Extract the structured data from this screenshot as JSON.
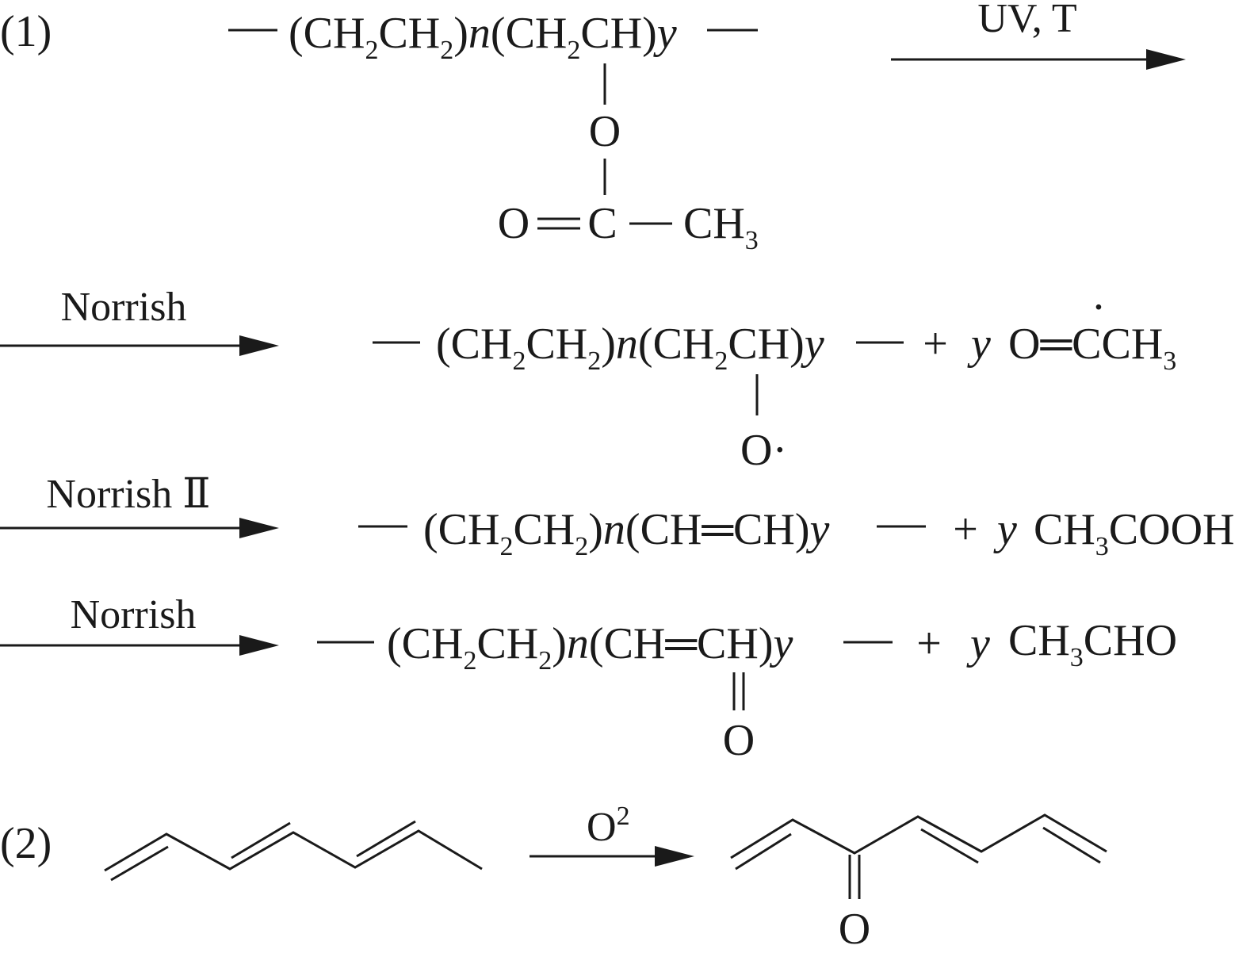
{
  "labels": {
    "part1": "(1)",
    "part2": "(2)"
  },
  "conditions": {
    "step1": "UV, T",
    "step2": "Norrish",
    "step3": "Norrish  Ⅱ",
    "step4": "Norrish",
    "step5": "O",
    "step5_superscript": "2"
  },
  "atoms": {
    "oxygen": "O",
    "carbon": "C",
    "methyl": "CH",
    "methyl_subscript": "3",
    "oxy_radical": "O·",
    "carbonyl_oxygen": "O",
    "ketone_oxygen": "O"
  },
  "formulas": {
    "ch": "CH",
    "sub2": "2",
    "open": "(",
    "close": ")",
    "n": "n",
    "y": "y",
    "vinyl": "CH═CH",
    "plus": "+",
    "cch": "CCH",
    "sub3": "3",
    "cooh": "COOH",
    "cho": "CHO",
    "acyl_o": "O═",
    "radical_dot": "·"
  }
}
